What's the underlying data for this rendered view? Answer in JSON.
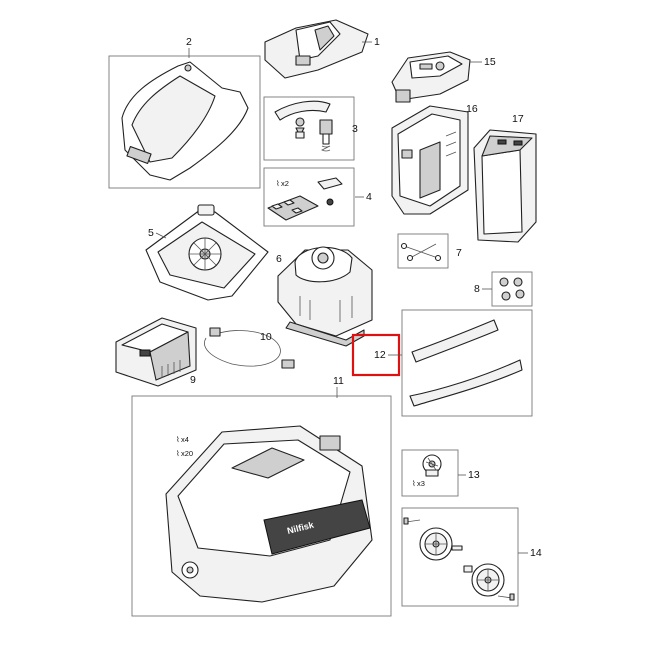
{
  "callouts": {
    "c1": "1",
    "c2": "2",
    "c3": "3",
    "c4": "4",
    "c5": "5",
    "c6": "6",
    "c7": "7",
    "c8": "8",
    "c9": "9",
    "c10": "10",
    "c11": "11",
    "c12": "12",
    "c13": "13",
    "c14": "14",
    "c15": "15",
    "c16": "16",
    "c17": "17"
  },
  "quantities": {
    "q4": "x2",
    "q11a": "x4",
    "q11b": "x20",
    "q13": "x3"
  },
  "brand": "Nilfisk",
  "colors": {
    "highlight": "#e01010",
    "line": "#222222",
    "fill": "#f2f2f2"
  },
  "highlighted_callout": "12"
}
